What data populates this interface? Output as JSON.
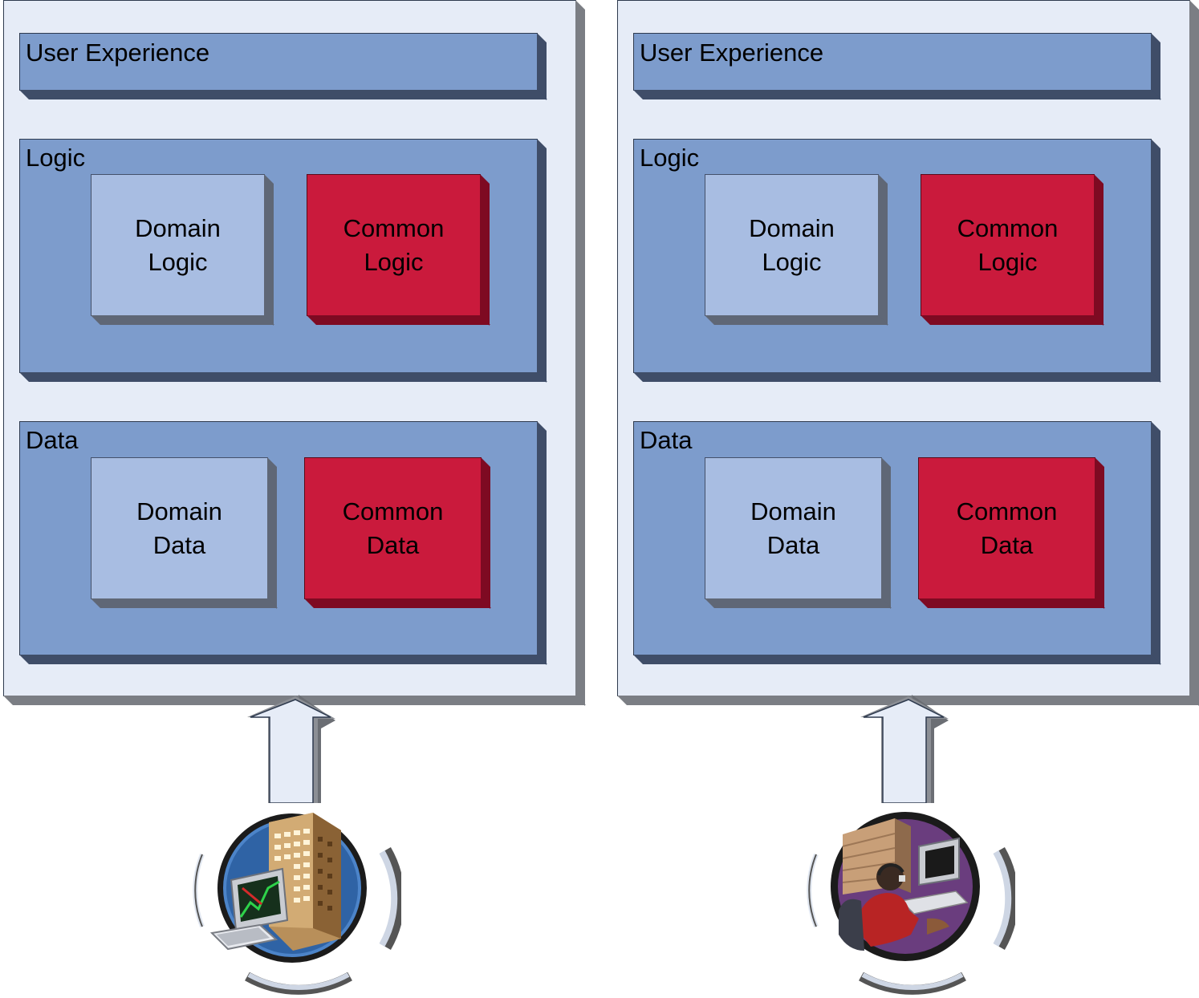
{
  "stacks": [
    {
      "user_experience": "User Experience",
      "logic": {
        "label": "Logic",
        "domain": "Domain\nLogic",
        "common": "Common\nLogic"
      },
      "data": {
        "label": "Data",
        "domain": "Domain\nData",
        "common": "Common\nData"
      },
      "icon": "office-building-computer-icon"
    },
    {
      "user_experience": "User Experience",
      "logic": {
        "label": "Logic",
        "domain": "Domain\nLogic",
        "common": "Common\nLogic"
      },
      "data": {
        "label": "Data",
        "domain": "Domain\nData",
        "common": "Common\nData"
      },
      "icon": "call-center-operator-icon"
    }
  ],
  "colors": {
    "outer_panel": "#e6ecf7",
    "tier": "#7d9ccc",
    "domain_component": "#a8bde2",
    "common_component": "#ca1a3c"
  }
}
